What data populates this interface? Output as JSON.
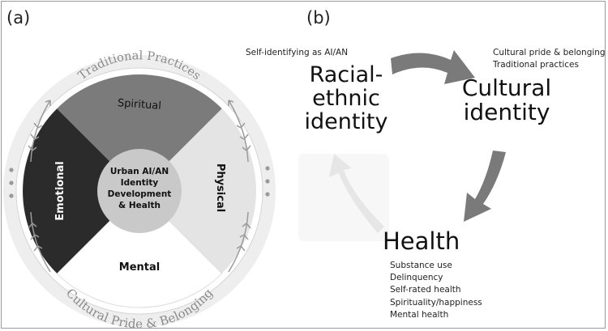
{
  "panel_a": {
    "label": "(a)",
    "top_arc_label": "Traditional Practices",
    "bottom_arc_label": "Cultural Pride & Belonging",
    "quadrants": {
      "spiritual": "Spiritual",
      "physical": "Physical",
      "mental": "Mental",
      "emotional": "Emotional"
    },
    "center_lines": [
      "Urban AI/AN",
      "Identity",
      "Development",
      "& Health"
    ],
    "colors": {
      "spiritual": "#7b7b7b",
      "emotional": "#2b2b2b",
      "physical": "#e4e4e4",
      "mental": "#ffffff",
      "center": "#c9c9c9",
      "ring": "#eeeeee"
    }
  },
  "panel_b": {
    "label": "(b)",
    "racial": {
      "lines": [
        "Racial-",
        "ethnic",
        "identity"
      ],
      "note": "Self-identifying as AI/AN"
    },
    "cultural": {
      "lines": [
        "Cultural",
        "identity"
      ],
      "notes": [
        "Cultural pride & belonging",
        "Traditional practices"
      ]
    },
    "health": {
      "title": "Health",
      "notes": [
        "Substance use",
        "Delinquency",
        "Self-rated health",
        "Spirituality/happiness",
        "Mental health"
      ]
    },
    "colors": {
      "arrow_dark": "#7a7a7a",
      "arrow_light": "#e6e6e6"
    }
  }
}
